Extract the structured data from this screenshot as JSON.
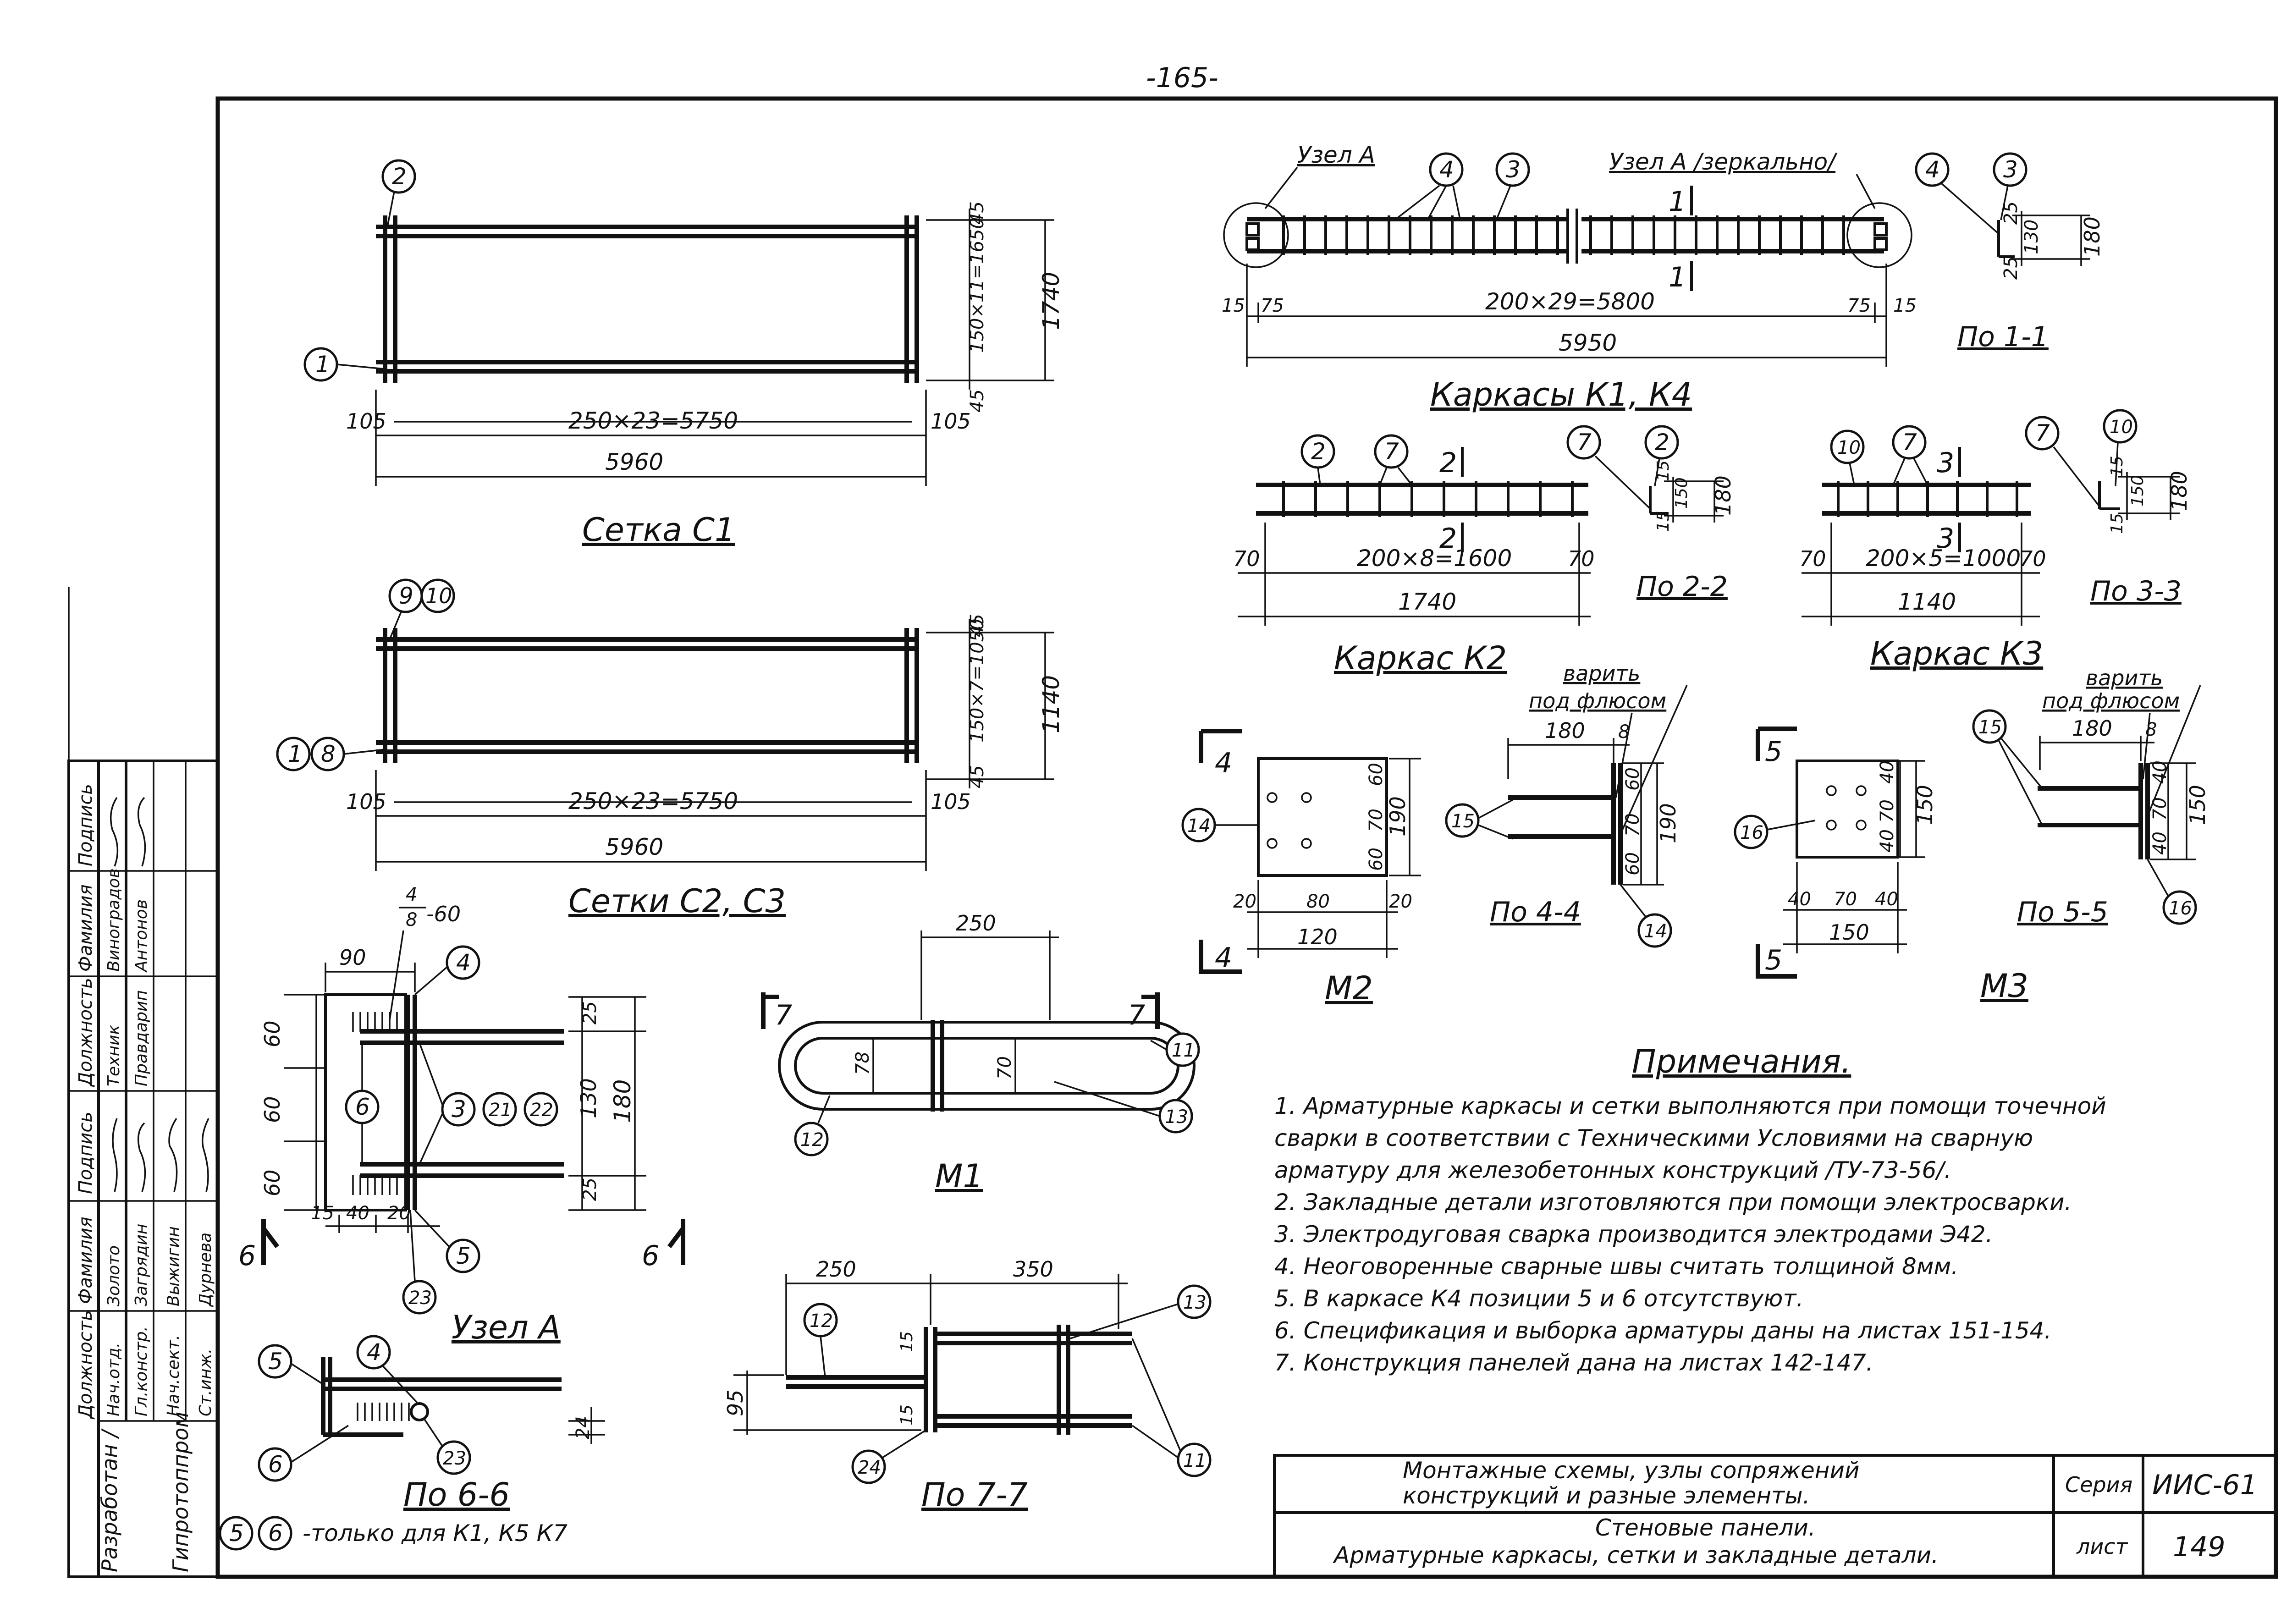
{
  "page_number": "-165-",
  "views": {
    "setka_c1": {
      "title": "Сетка С1",
      "dim_rows": "250×23=5750",
      "dim_total": "5960",
      "dim_left": "105",
      "dim_right": "105",
      "dim_v_top": "45",
      "dim_v_mid": "150×11=1650",
      "dim_v_bot": "45",
      "dim_v_total": "1740",
      "pos_a": "2",
      "pos_b": "1"
    },
    "setki_c2_c3": {
      "title": "Сетки С2, С3",
      "dim_rows": "250×23=5750",
      "dim_total": "5960",
      "dim_left": "105",
      "dim_right": "105",
      "dim_v_top": "45",
      "dim_v_mid": "150×7=1050",
      "dim_v_bot": "45",
      "dim_v_total": "1140",
      "pos_a": "9",
      "pos_b": "10",
      "pos_c": "1",
      "pos_d": "8"
    },
    "karkasy_k1_k4": {
      "title": "Каркасы К1, К4",
      "uzel_a": "Узел А",
      "uzel_a_mirror": "Узел А /зеркально/",
      "dim_main": "200×29=5800",
      "dim_total": "5950",
      "dim_15a": "15",
      "dim_75a": "75",
      "dim_75b": "75",
      "dim_15b": "15",
      "pos_4": "4",
      "pos_3": "3",
      "cut": "1"
    },
    "po_1_1": {
      "title": "По 1-1",
      "d25": "25",
      "d130": "130",
      "d25b": "25",
      "d180": "180",
      "pos_4": "4",
      "pos_3": "3"
    },
    "karkas_k2_elev": {
      "dim_main": "200×8=1600",
      "dim_total": "1740",
      "dim_l": "70",
      "dim_r": "70",
      "pos_2": "2",
      "pos_7": "7",
      "cut": "2"
    },
    "po_2_2": {
      "title": "По 2-2",
      "d15": "15",
      "d150": "150",
      "d15b": "15",
      "d180": "180",
      "pos_7": "7",
      "pos_2": "2"
    },
    "karkas_k3_elev": {
      "dim_main": "200×5=1000",
      "dim_total": "1140",
      "dim_l": "70",
      "dim_r": "70",
      "pos_10": "10",
      "pos_7": "7",
      "cut": "3"
    },
    "po_3_3": {
      "title": "По 3-3",
      "d15": "15",
      "d150": "150",
      "d15b": "15",
      "d180": "180",
      "pos_7": "7",
      "pos_10": "10"
    },
    "karkas_k2": {
      "title": "Каркас К2",
      "weld": "варить",
      "weld2": "под флюсом",
      "d180": "180",
      "d8": "8"
    },
    "karkas_k3": {
      "title": "Каркас К3",
      "weld": "варить",
      "weld2": "под флюсом",
      "d180": "180",
      "d8": "8"
    },
    "m2": {
      "title": "М2",
      "cut": "4",
      "pos_14": "14",
      "d60a": "60",
      "d70": "70",
      "d60b": "60",
      "d190": "190",
      "d20a": "20",
      "d80": "80",
      "d20b": "20",
      "d120": "120"
    },
    "po_4_4": {
      "title": "По 4-4",
      "pos_15": "15",
      "pos_14": "14",
      "d60a": "60",
      "d70": "70",
      "d60b": "60",
      "d190": "190"
    },
    "m3": {
      "title": "М3",
      "cut": "5",
      "pos_16": "16",
      "d40a": "40",
      "d70": "70",
      "d40b": "40",
      "d150": "150",
      "h40a": "40",
      "h70": "70",
      "h40b": "40",
      "h150": "150"
    },
    "po_5_5": {
      "title": "По 5-5",
      "pos_15": "15",
      "pos_16": "16",
      "d40a": "40",
      "d70": "70",
      "d40b": "40",
      "d150": "150"
    },
    "uzel_a_detail": {
      "title": "Узел А",
      "frac_top": "4",
      "frac_bot": "8",
      "frac_len": "-60",
      "d90": "90",
      "d60a": "60",
      "d60b": "60",
      "d60c": "60",
      "d25a": "25",
      "d130": "130",
      "d25b": "25",
      "d180": "180",
      "d15": "15",
      "d40": "40",
      "d20": "20",
      "pos_4": "4",
      "pos_6": "6",
      "pos_3": "3",
      "pos_21": "21",
      "pos_22": "22",
      "pos_5": "5",
      "pos_23": "23",
      "cut": "6"
    },
    "m1": {
      "title": "М1",
      "d250": "250",
      "d78": "78",
      "d70": "70",
      "pos_11": "11",
      "pos_12": "12",
      "pos_13": "13",
      "cut": "7"
    },
    "po_6_6": {
      "title": "По 6-6",
      "d24": "24",
      "pos_5": "5",
      "pos_4": "4",
      "pos_6": "6",
      "pos_23": "23",
      "note_a": "5",
      "note_b": "6",
      "note_text": "-только для К1, К5 К7"
    },
    "po_7_7": {
      "title": "По 7-7",
      "d250": "250",
      "d350": "350",
      "d95": "95",
      "d15a": "15",
      "d15b": "15",
      "pos_12": "12",
      "pos_13": "13",
      "pos_24": "24",
      "pos_11": "11"
    }
  },
  "notes": {
    "title": "Примечания.",
    "items": [
      "1.  Арматурные каркасы и сетки выполняются при помощи точечной",
      "     сварки в соответствии с Техническими Условиями на сварную",
      "     арматуру для железобетонных конструкций /ТУ-73-56/.",
      "2.  Закладные детали изготовляются при помощи электросварки.",
      "3.  Электродуговая сварка производится электродами Э42.",
      "4.  Неоговоренные сварные швы считать толщиной 8мм.",
      "5.  В каркасе К4 позиции 5 и 6 отсутствуют.",
      "6.  Спецификация и выборка арматуры даны на листах 151-154.",
      "7.  Конструкция панелей дана на листах 142-147."
    ]
  },
  "title_block": {
    "line1": "Монтажные схемы, узлы сопряжений",
    "line2": "конструкций и разные элементы.",
    "line3": "Стеновые панели.",
    "line4": "Арматурные каркасы, сетки и закладные детали.",
    "series_label": "Серия",
    "series_value": "ИИС-61",
    "sheet_label": "лист",
    "sheet_value": "149"
  },
  "stamp": {
    "headers": [
      "Должность",
      "Фамилия",
      "Подпись",
      "Должность",
      "Фамилия",
      "Подпись"
    ],
    "org1": "Разработан /",
    "org2": "Гипротоппром",
    "rows": [
      {
        "position": "Нач.отд.",
        "name": "Золото"
      },
      {
        "position": "Гл.констр.",
        "name": "Загрядин"
      },
      {
        "position": "Нач.сект.",
        "name": "Выжигин"
      },
      {
        "position": "Ст.инж.",
        "name": "Дурнева"
      },
      {
        "position": "Техник",
        "name": "Виноградов"
      },
      {
        "position": "Правдарип",
        "name": "Антонов"
      }
    ]
  }
}
